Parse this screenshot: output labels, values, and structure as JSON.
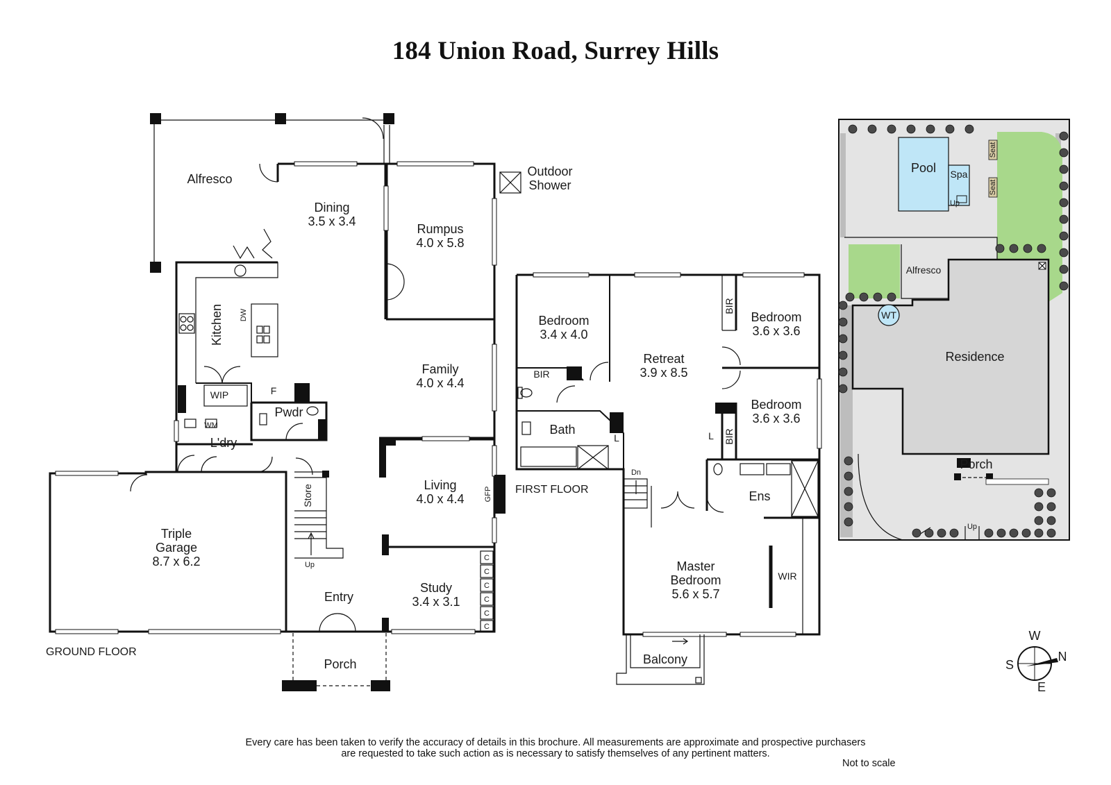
{
  "title": "184 Union Road, Surrey Hills",
  "ground_floor": {
    "label": "GROUND FLOOR",
    "rooms": {
      "alfresco": "Alfresco",
      "dining": {
        "name": "Dining",
        "size": "3.5 x 3.4"
      },
      "rumpus": {
        "name": "Rumpus",
        "size": "4.0 x 5.8"
      },
      "outdoor_shower": {
        "line1": "Outdoor",
        "line2": "Shower"
      },
      "kitchen": "Kitchen",
      "family": {
        "name": "Family",
        "size": "4.0 x 4.4"
      },
      "wip": "WIP",
      "pwdr": "Pwdr",
      "lndry": "L'dry",
      "living": {
        "name": "Living",
        "size": "4.0 x 4.4"
      },
      "triple_garage": {
        "line1": "Triple",
        "line2": "Garage",
        "size": "8.7 x 6.2"
      },
      "store": "Store",
      "entry": "Entry",
      "study": {
        "name": "Study",
        "size": "3.4 x 3.1"
      },
      "porch": "Porch"
    },
    "fixtures": {
      "dw": "DW",
      "f": "F",
      "wm": "WM",
      "gfp": "GFP",
      "up": "Up",
      "c": "C"
    }
  },
  "first_floor": {
    "label": "FIRST FLOOR",
    "rooms": {
      "bedroom1": {
        "name": "Bedroom",
        "size": "3.4 x 4.0"
      },
      "retreat": {
        "name": "Retreat",
        "size": "3.9 x 8.5"
      },
      "bedroom2": {
        "name": "Bedroom",
        "size": "3.6 x 3.6"
      },
      "bedroom3": {
        "name": "Bedroom",
        "size": "3.6 x 3.6"
      },
      "bath": "Bath",
      "ens": "Ens",
      "master": {
        "line1": "Master",
        "line2": "Bedroom",
        "size": "5.6 x 5.7"
      },
      "wir": "WIR",
      "balcony": "Balcony"
    },
    "fixtures": {
      "bir": "BIR",
      "l": "L",
      "dn": "Dn"
    }
  },
  "site": {
    "pool": "Pool",
    "spa": "Spa",
    "seat": "Seat",
    "up": "Up",
    "alfresco": "Alfresco",
    "wt": "WT",
    "residence": "Residence",
    "porch": "Porch"
  },
  "compass": {
    "w": "W",
    "n": "N",
    "s": "S",
    "e": "E"
  },
  "disclaimer": {
    "line1": "Every care has been taken to verify the accuracy of details in this brochure.  All measurements are approximate and prospective purchasers",
    "line2": "are requested to take such action as is necessary to satisfy themselves of any pertinent matters."
  },
  "not_to_scale": "Not to scale",
  "colors": {
    "wall": "#111111",
    "paving": "#e4e4e4",
    "residence": "#d6d6d6",
    "lawn": "#a8d88b",
    "pool": "#bfe6f7",
    "side": "#bdbdbd"
  }
}
